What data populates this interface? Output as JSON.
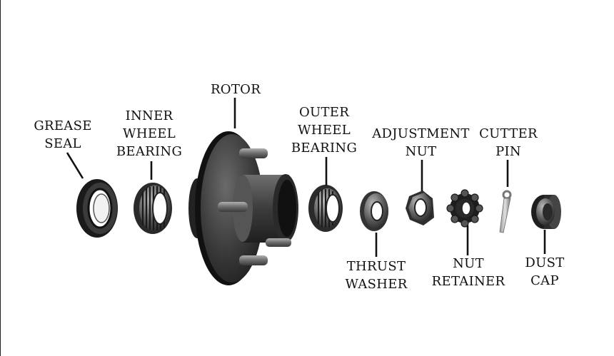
{
  "labels": {
    "grease_seal": "GREASE\nSEAL",
    "inner_wheel_bearing": "INNER\nWHEEL\nBEARING",
    "rotor": "ROTOR",
    "outer_wheel_bearing": "OUTER\nWHEEL\nBEARING",
    "adjustment_nut": "ADJUSTMENT\nNUT",
    "cutter_pin": "CUTTER\nPIN",
    "thrust_washer": "THRUST\nWASHER",
    "nut_retainer": "NUT\nRETAINER",
    "dust_cap": "DUST\nCAP"
  }
}
